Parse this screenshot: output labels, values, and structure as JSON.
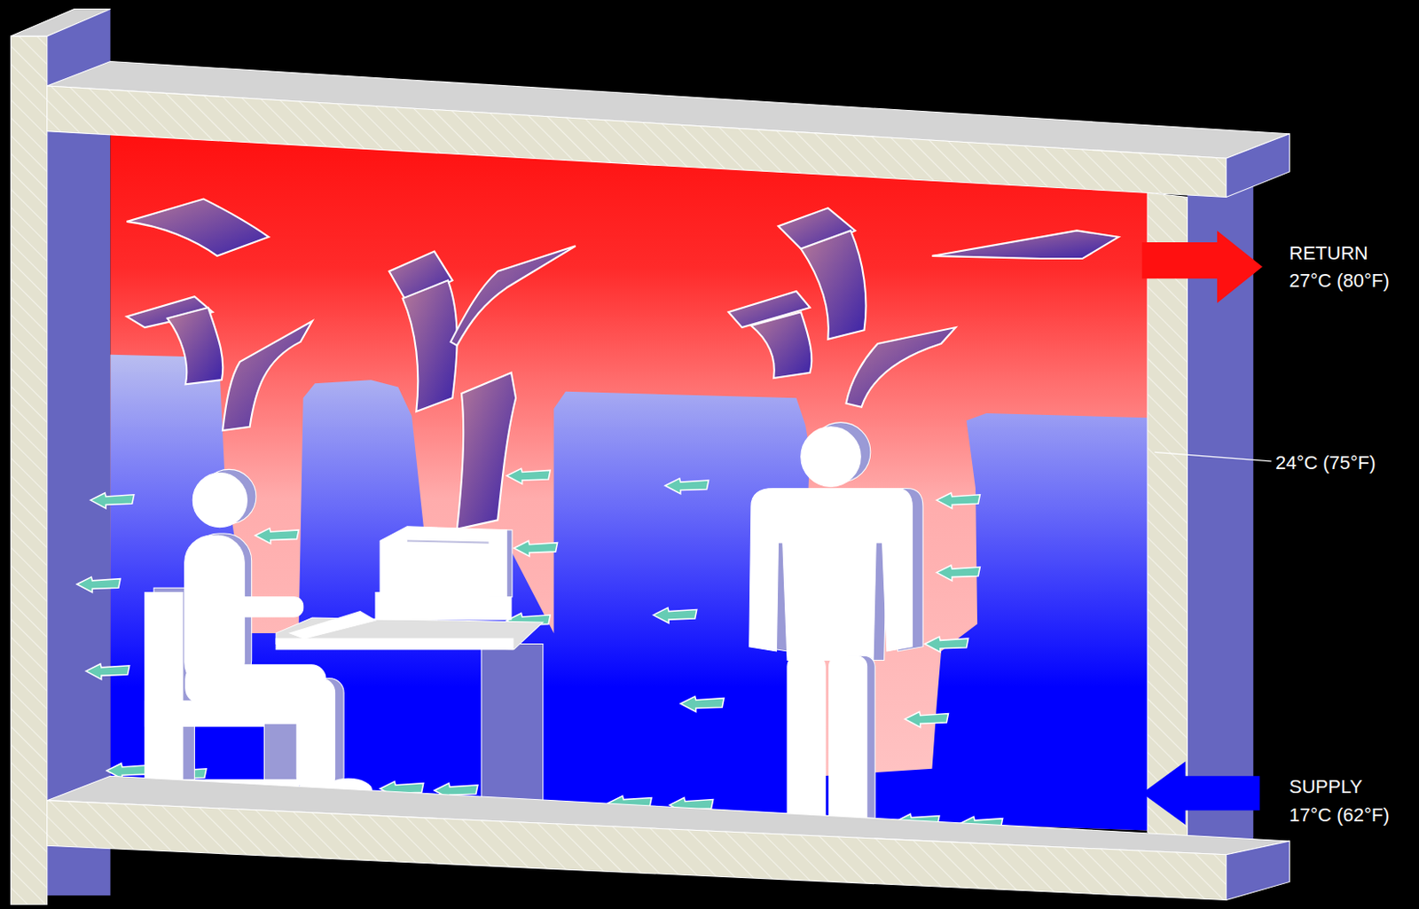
{
  "diagram": {
    "labels": [
      "RETURN",
      "27°C (80°F)",
      "24°C (75°F)",
      "SUPPLY",
      "17°C (62°F)"
    ]
  }
}
